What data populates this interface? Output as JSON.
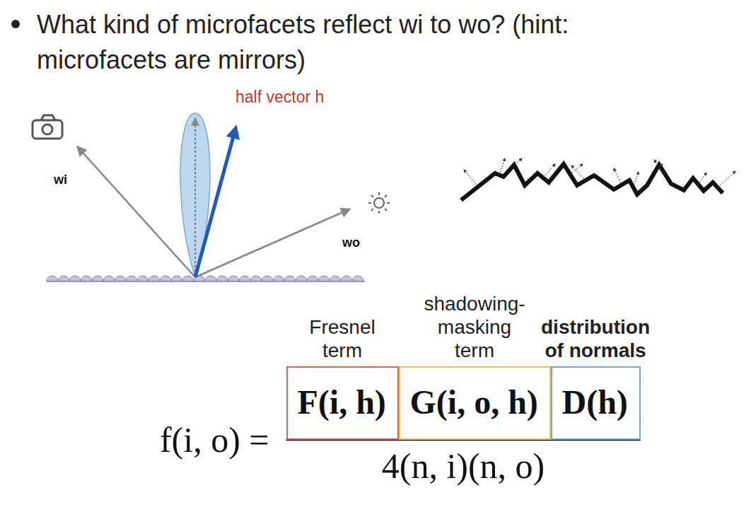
{
  "diagram": {
    "title": "What kind of microfacets reflect wi to wo? (hint: microfacets are mirrors)",
    "nodes": [
      {
        "text": [
          "Fresnel term",
          "F(i, h)"
        ]
      },
      {
        "text": [
          "shadowing- masking term",
          "G(i, o, h)"
        ]
      },
      {
        "text": [
          "distribution of normals",
          "D(h)"
        ]
      }
    ],
    "labels": [
      "half vector h",
      "wi",
      "wo",
      "f(i, o) =",
      "4(n, i)(n, o)"
    ]
  }
}
